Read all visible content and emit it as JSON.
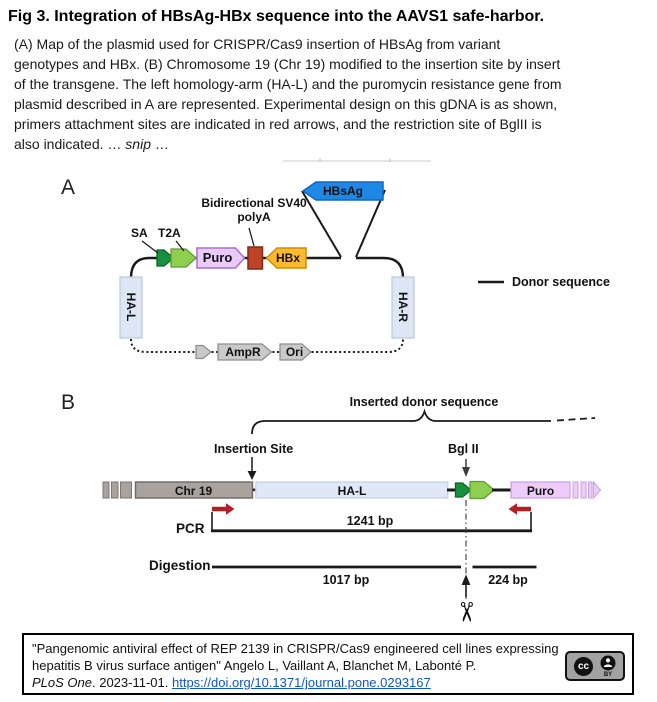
{
  "title": "Fig 3. Integration of HBsAg-HBx sequence into the AAVS1 safe-harbor.",
  "caption": {
    "body": "(A) Map of the plasmid used for CRISPR/Cas9 insertion of HBsAg from variant\ngenotypes and HBx. (B) Chromosome 19 (Chr 19) modified to the insertion site by insert\nof the transgene. The left homology-arm (HA-L) and the puromycin resistance gene from\nplasmid described in A are represented. Experimental design on this gDNA is as shown,\nprimers attachment sites are indicated in red arrows, and the restriction site of BglII is\nalso indicated. … ",
    "snip": "snip",
    "tail": " …"
  },
  "panelA": {
    "label": "A",
    "sa": "SA",
    "t2a": "T2A",
    "puro": "Puro",
    "polya": "Bidirectional SV40\npolyA",
    "hbx": "HBx",
    "hbsag": "HBsAg",
    "ha_l": "HA-L",
    "ha_r": "HA-R",
    "ampr": "AmpR",
    "ori": "Ori",
    "legend": "Donor sequence"
  },
  "panelB": {
    "label": "B",
    "inserted_donor": "Inserted donor sequence",
    "insertion_site": "Insertion Site",
    "bgl_ii": "Bgl II",
    "chr19": "Chr 19",
    "ha_l": "HA-L",
    "puro": "Puro",
    "pcr": "PCR",
    "pcr_length": "1241 bp",
    "digestion": "Digestion",
    "fragment_left": "1017 bp",
    "fragment_right": "224 bp"
  },
  "citation": {
    "line1": "\"Pangenomic antiviral effect of REP 2139 in CRISPR/Cas9 engineered cell lines expressing",
    "line2": "hepatitis B virus surface antigen\" Angelo L, Vaillant A, Blanchet M, Labonté P.",
    "journal": "PLoS One",
    "date_segment": ". 2023-11-01. ",
    "link": "https://doi.org/10.1371/journal.pone.0293167",
    "badge_cc": "cc",
    "badge_by": "BY"
  },
  "colors": {
    "hbsag_blue": "#1E88E5",
    "hbx_orange": "#FDB92F",
    "puro_lavender": "#E9CAF8",
    "polya_red": "#BE4327",
    "sa_dark_green": "#17913B",
    "t2a_light_green": "#8FCE4E",
    "backbone_gray": "#C9C9C9",
    "chr_gray": "#A8A39E",
    "ha_light_blue": "#DCE6F4",
    "primer_red": "#B22025",
    "link_blue": "#1155CC"
  }
}
